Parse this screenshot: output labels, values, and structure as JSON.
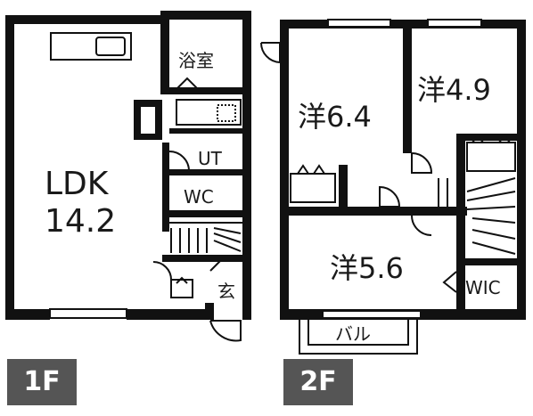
{
  "floor1": {
    "tag": "1F",
    "rooms": {
      "ldk_name": "LDK",
      "ldk_size": "14.2",
      "bath": "浴室",
      "utility": "UT",
      "toilet": "WC",
      "entrance": "玄"
    }
  },
  "floor2": {
    "tag": "2F",
    "rooms": {
      "west_a": "洋6.4",
      "west_b": "洋4.9",
      "west_c": "洋5.6",
      "closet": "WIC",
      "balcony": "バル"
    }
  },
  "colors": {
    "wall": "#111111",
    "tag_bg": "#555555",
    "tag_text": "#ffffff"
  }
}
